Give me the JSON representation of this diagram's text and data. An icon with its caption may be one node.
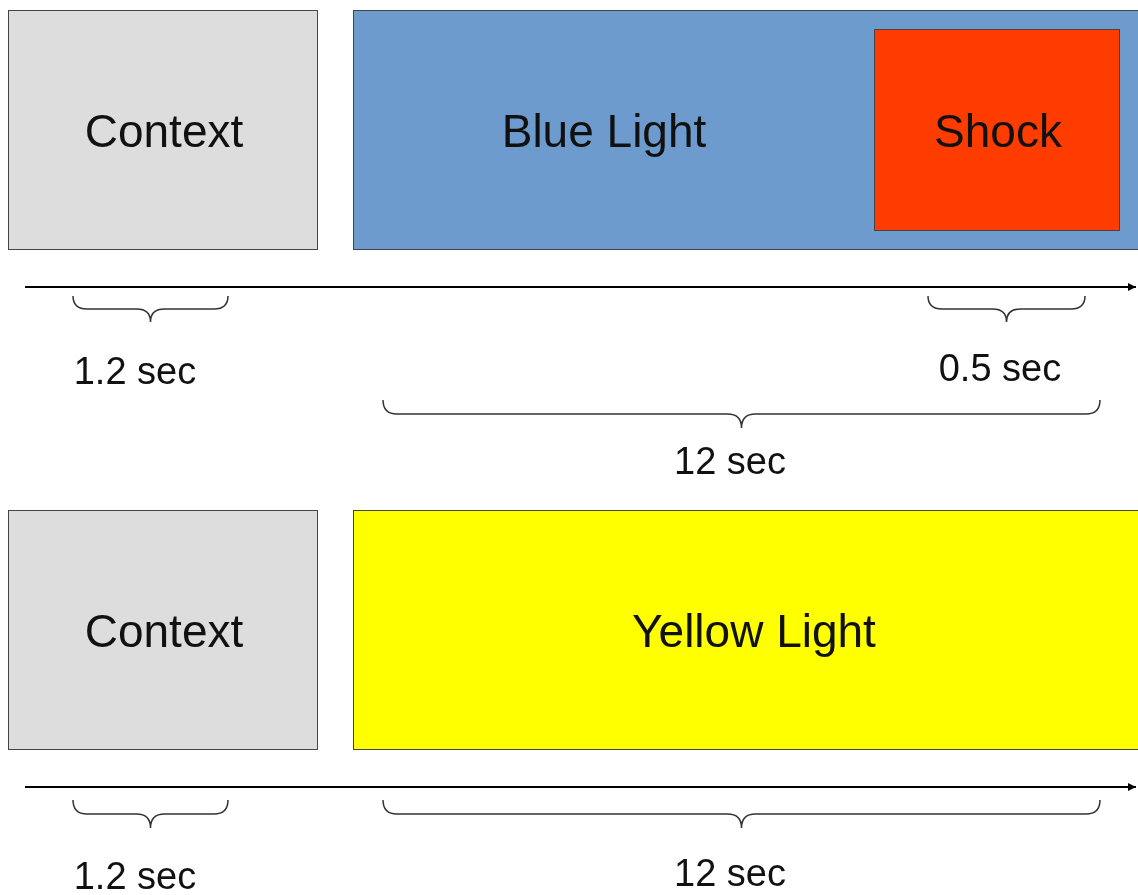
{
  "diagram": {
    "nodes": [
      {
        "text": [
          "Context"
        ]
      },
      {
        "text": [
          "Blue Light"
        ]
      },
      {
        "text": [
          "Shock"
        ],
        "in": 1
      },
      {
        "text": [
          "Context"
        ]
      },
      {
        "text": [
          "Yellow Light"
        ]
      }
    ],
    "labels": [
      "1.2 sec",
      "0.5 sec",
      "12 sec",
      "1.2 sec",
      "12 sec"
    ]
  }
}
